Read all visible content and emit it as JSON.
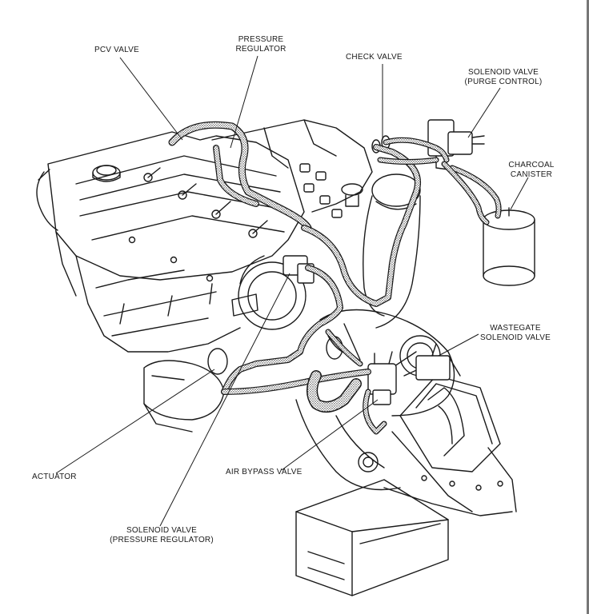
{
  "labels": {
    "pcv_valve": "PCV VALVE",
    "pressure_regulator_1": "PRESSURE",
    "pressure_regulator_2": "REGULATOR",
    "check_valve": "CHECK VALVE",
    "solenoid_purge_1": "SOLENOID VALVE",
    "solenoid_purge_2": "(PURGE CONTROL)",
    "charcoal_canister_1": "CHARCOAL",
    "charcoal_canister_2": "CANISTER",
    "wastegate_solenoid_1": "WASTEGATE",
    "wastegate_solenoid_2": "SOLENOID VALVE",
    "actuator": "ACTUATOR",
    "air_bypass_valve": "AIR BYPASS VALVE",
    "solenoid_pressure_1": "SOLENOID VALVE",
    "solenoid_pressure_2": "(PRESSURE REGULATOR)"
  },
  "colors": {
    "ink": "#1a1a1a",
    "hose_fill": "#6a6a6a",
    "background": "#ffffff"
  }
}
